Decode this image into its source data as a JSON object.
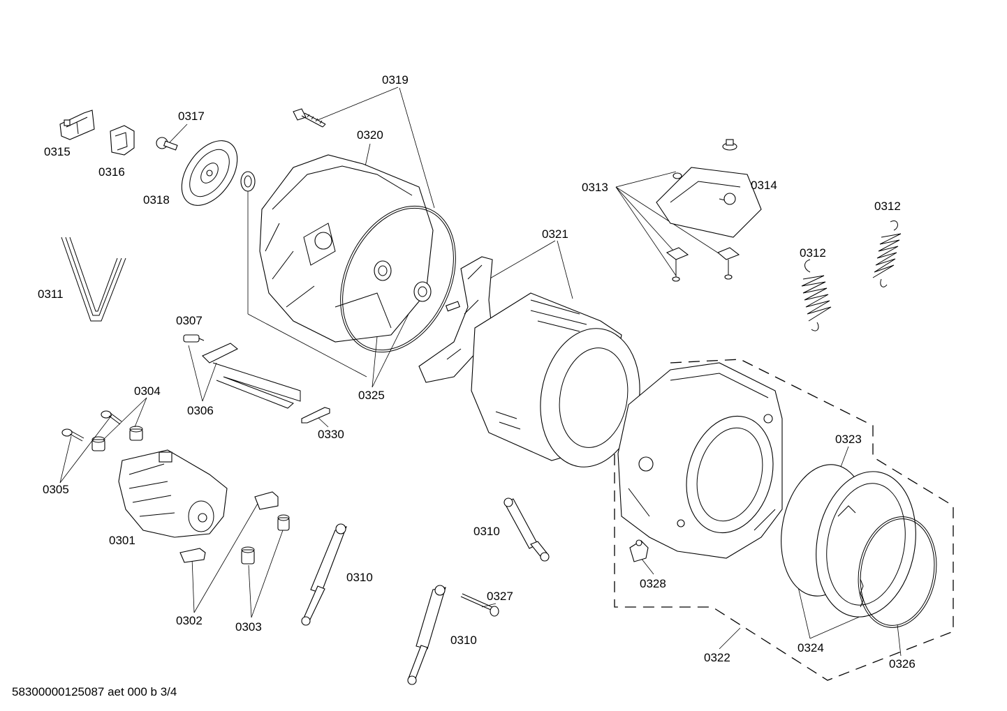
{
  "footer": {
    "doc_id": "58300000125087 aet 000 b 3/4"
  },
  "labels": {
    "p0301": "0301",
    "p0302": "0302",
    "p0303": "0303",
    "p0304": "0304",
    "p0305": "0305",
    "p0306": "0306",
    "p0307": "0307",
    "p0310a": "0310",
    "p0310b": "0310",
    "p0310c": "0310",
    "p0311": "0311",
    "p0312a": "0312",
    "p0312b": "0312",
    "p0313": "0313",
    "p0314": "0314",
    "p0315": "0315",
    "p0316": "0316",
    "p0317": "0317",
    "p0318": "0318",
    "p0319": "0319",
    "p0320": "0320",
    "p0321": "0321",
    "p0322": "0322",
    "p0323": "0323",
    "p0324": "0324",
    "p0325": "0325",
    "p0326": "0326",
    "p0327": "0327",
    "p0328": "0328",
    "p0330": "0330"
  }
}
